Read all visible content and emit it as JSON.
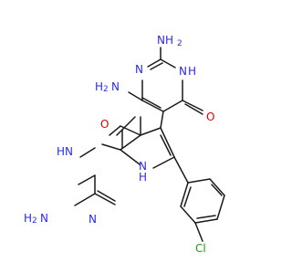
{
  "colors": {
    "carbon": "#1a1a1a",
    "nitrogen": "#2a2af0",
    "oxygen": "#e00000",
    "chlorine": "#10a010"
  },
  "labels": {
    "nh2_pyrimidine_top": "NH",
    "nh2_pyrimidine_top_sub": "2",
    "n_upper_ring_left": "N",
    "nh_upper_ring_right": "N",
    "h_upper_ring_right": "H",
    "nh2_upper_left_h": "H",
    "nh2_upper_left_h_sub": "2",
    "nh2_upper_left_n": "N",
    "o_upper": "O",
    "o_lower": "O",
    "hn_lower": "HN",
    "nh2_lower_h": "H",
    "nh2_lower_h_sub": "2",
    "nh2_lower_n": "N",
    "n_lower_ring": "N",
    "nh_pyrrole_n": "N",
    "nh_pyrrole_h": "H",
    "cl": "Cl"
  }
}
